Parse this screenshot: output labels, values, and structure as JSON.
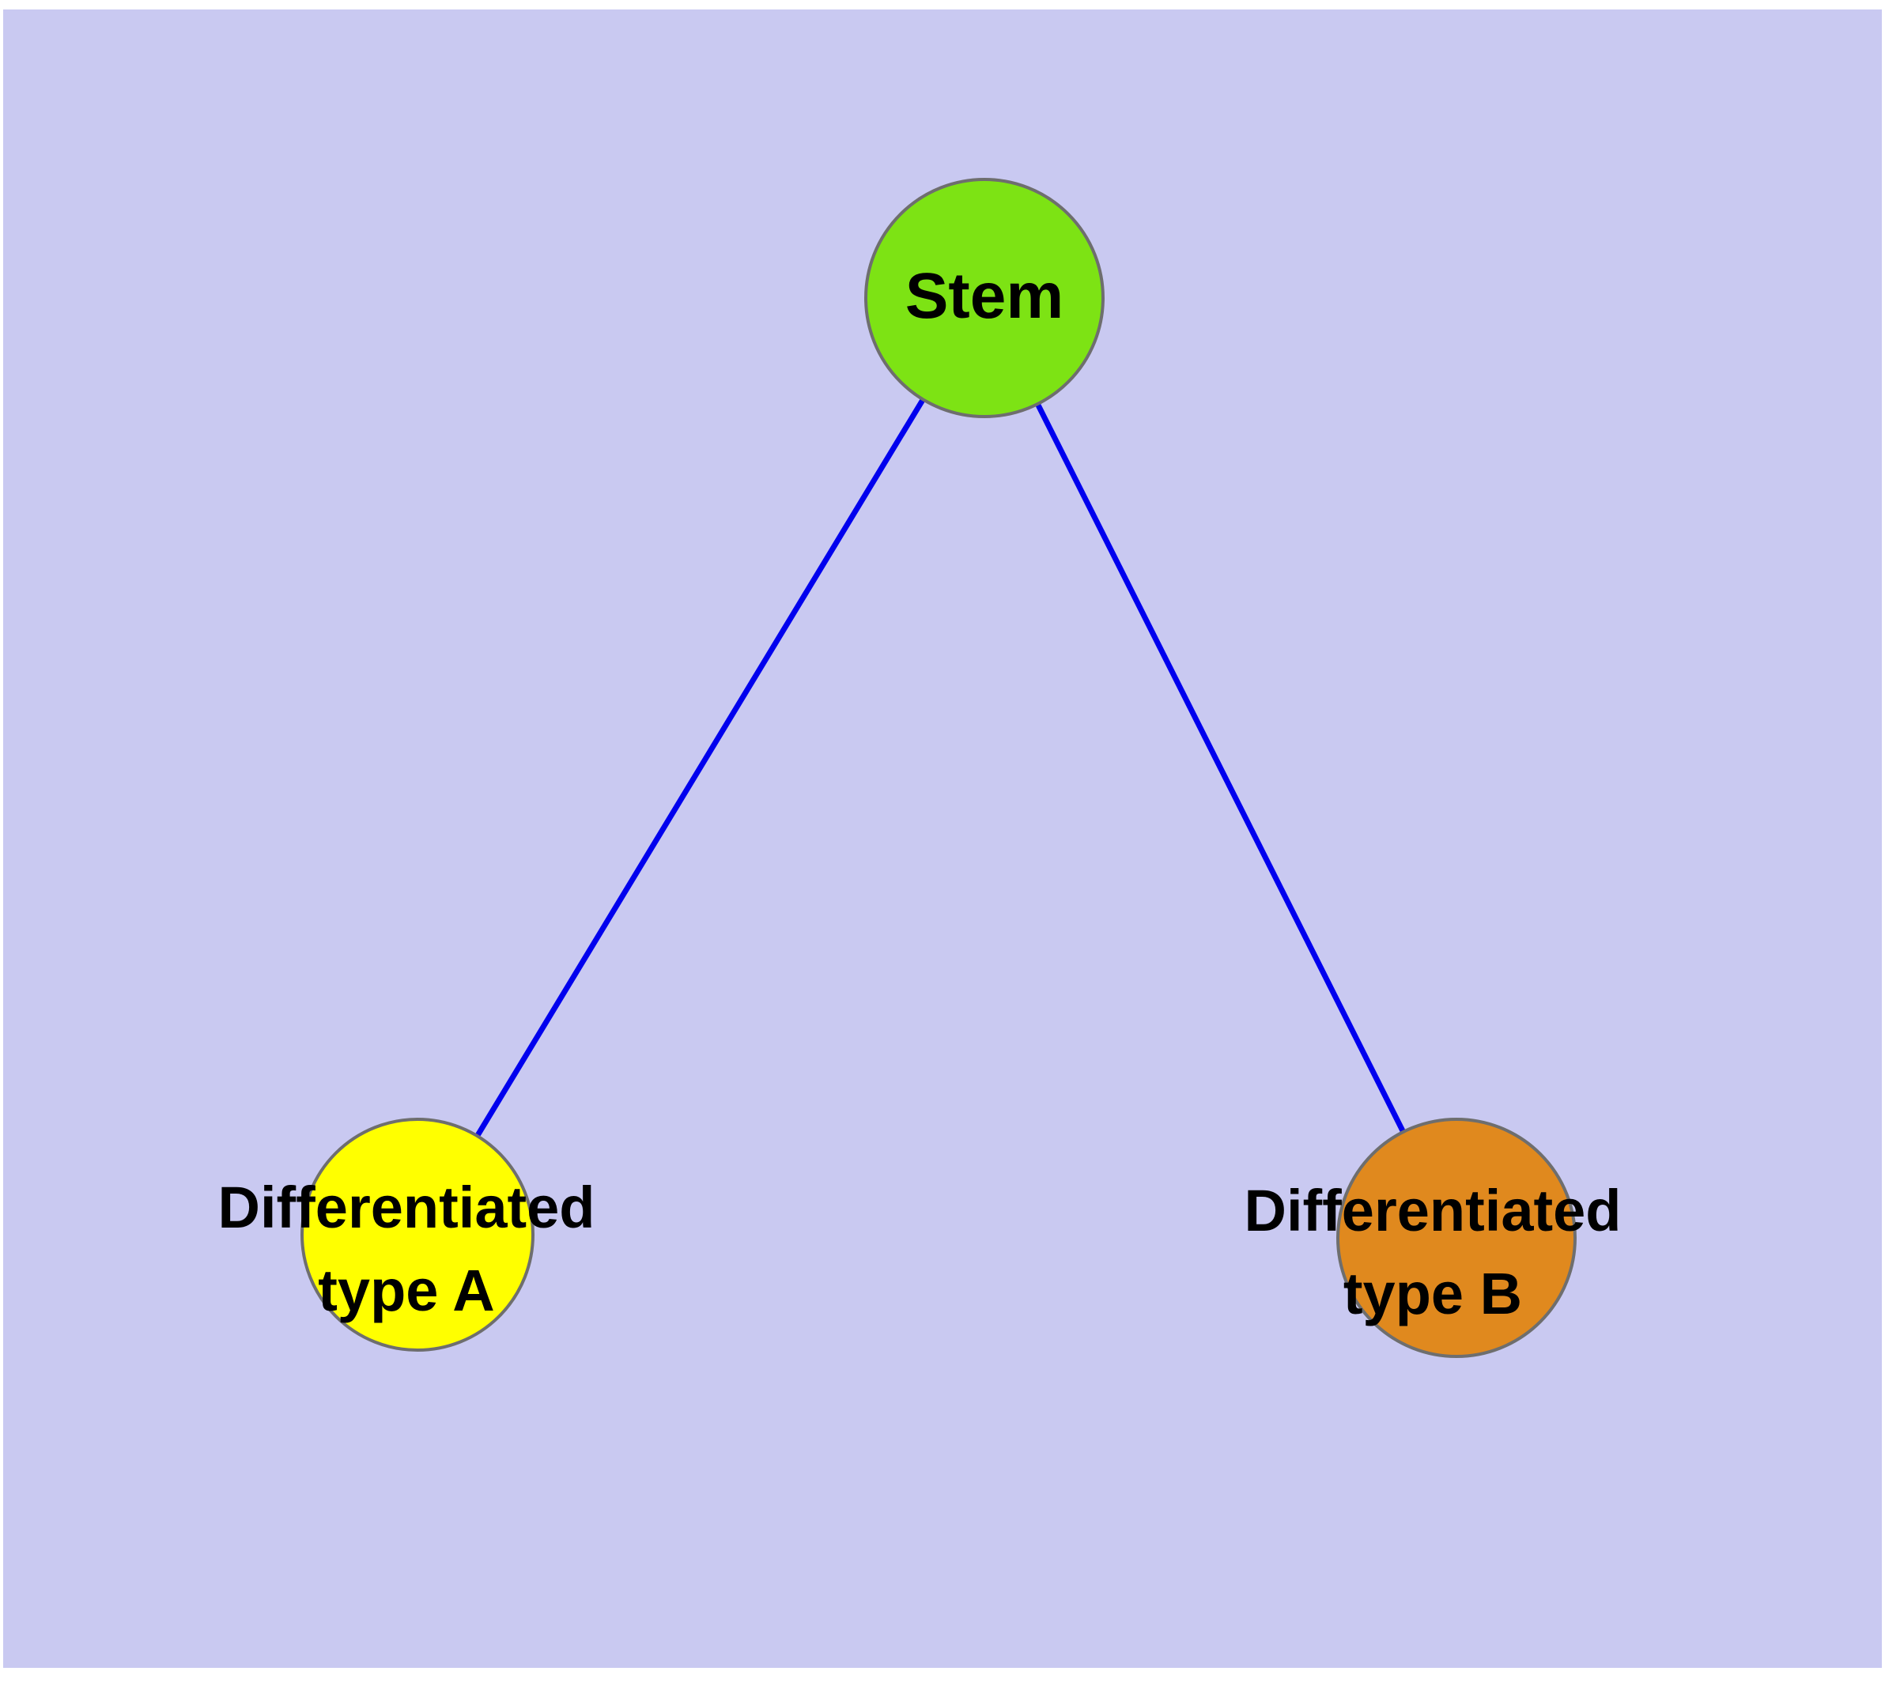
{
  "figure": {
    "background_color": "#c9c9f1",
    "edge_color": "#0000ee",
    "node_border_color": "#6e6e6e",
    "label_color": "#000000"
  },
  "nodes": {
    "stem": {
      "label": "Stem",
      "color": "#7de314"
    },
    "type_a": {
      "label_line1": "Differentiated",
      "label_line2": "type A",
      "color": "#ffff00"
    },
    "type_b": {
      "label_line1": "Differentiated",
      "label_line2": "type B",
      "color": "#e0891e"
    }
  },
  "edges": [
    {
      "from": "Stem",
      "to": "Differentiated type A"
    },
    {
      "from": "Stem",
      "to": "Differentiated type B"
    }
  ]
}
